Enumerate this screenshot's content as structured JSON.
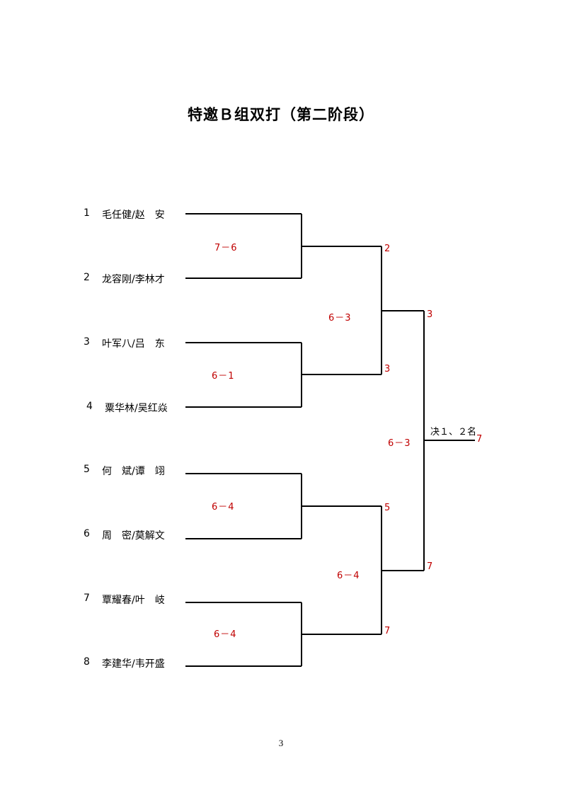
{
  "title": "特邀Ｂ组双打（第二阶段）",
  "page_number": "3",
  "accent_color": "#c00000",
  "players": [
    {
      "seed": "1",
      "name": "毛任健/赵　安"
    },
    {
      "seed": "2",
      "name": "龙容刚/李林才"
    },
    {
      "seed": "3",
      "name": "叶军八/吕　东"
    },
    {
      "seed": "4",
      "name": "粟华林/吴红焱"
    },
    {
      "seed": "5",
      "name": "何　斌/谭　翊"
    },
    {
      "seed": "6",
      "name": "周　密/莫解文"
    },
    {
      "seed": "7",
      "name": "覃耀春/叶　岐"
    },
    {
      "seed": "8",
      "name": "李建华/韦开盛"
    }
  ],
  "round1": [
    {
      "score": "7－6",
      "winner": "2"
    },
    {
      "score": "6－1",
      "winner": "3"
    },
    {
      "score": "6－4",
      "winner": "5"
    },
    {
      "score": "6－4",
      "winner": "7"
    }
  ],
  "round2": [
    {
      "score": "6－3",
      "winner": "3"
    },
    {
      "score": "6－4",
      "winner": "7"
    }
  ],
  "final": {
    "label": "决１、２名",
    "score": "6－3",
    "winner": "7"
  }
}
